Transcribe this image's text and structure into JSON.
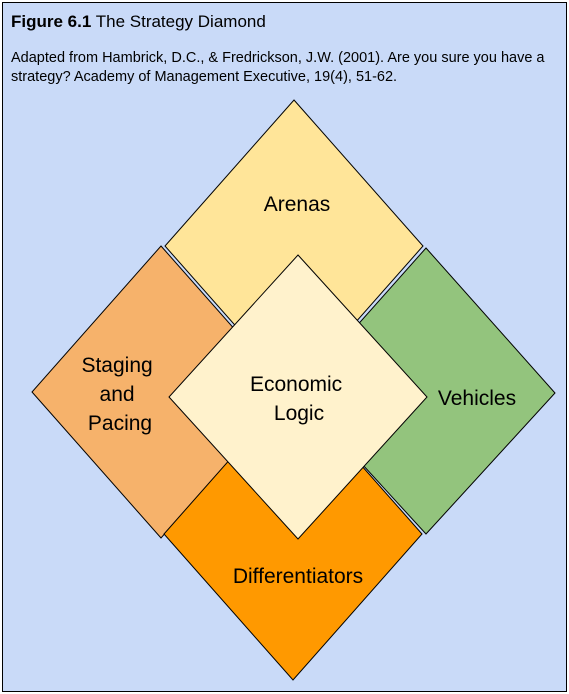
{
  "figure": {
    "number_label": "Figure 6.1",
    "title": "The Strategy Diamond",
    "citation": "Adapted from Hambrick, D.C., & Fredrickson, J.W. (2001). Are you sure you have a strategy? Academy of Management Executive, 19(4), 51-62."
  },
  "diagram": {
    "nodes": [
      {
        "id": "arenas",
        "lines": [
          "Arenas"
        ],
        "color": "#ffe599"
      },
      {
        "id": "staging-and-pacing",
        "lines": [
          "Staging",
          "and",
          "Pacing"
        ],
        "color": "#f6b26b"
      },
      {
        "id": "vehicles",
        "lines": [
          "Vehicles"
        ],
        "color": "#93c47d"
      },
      {
        "id": "differentiators",
        "lines": [
          "Differentiators"
        ],
        "color": "#ff9900"
      },
      {
        "id": "economic-logic",
        "lines": [
          "Economic",
          "Logic"
        ],
        "color": "#fff2cc"
      }
    ]
  }
}
